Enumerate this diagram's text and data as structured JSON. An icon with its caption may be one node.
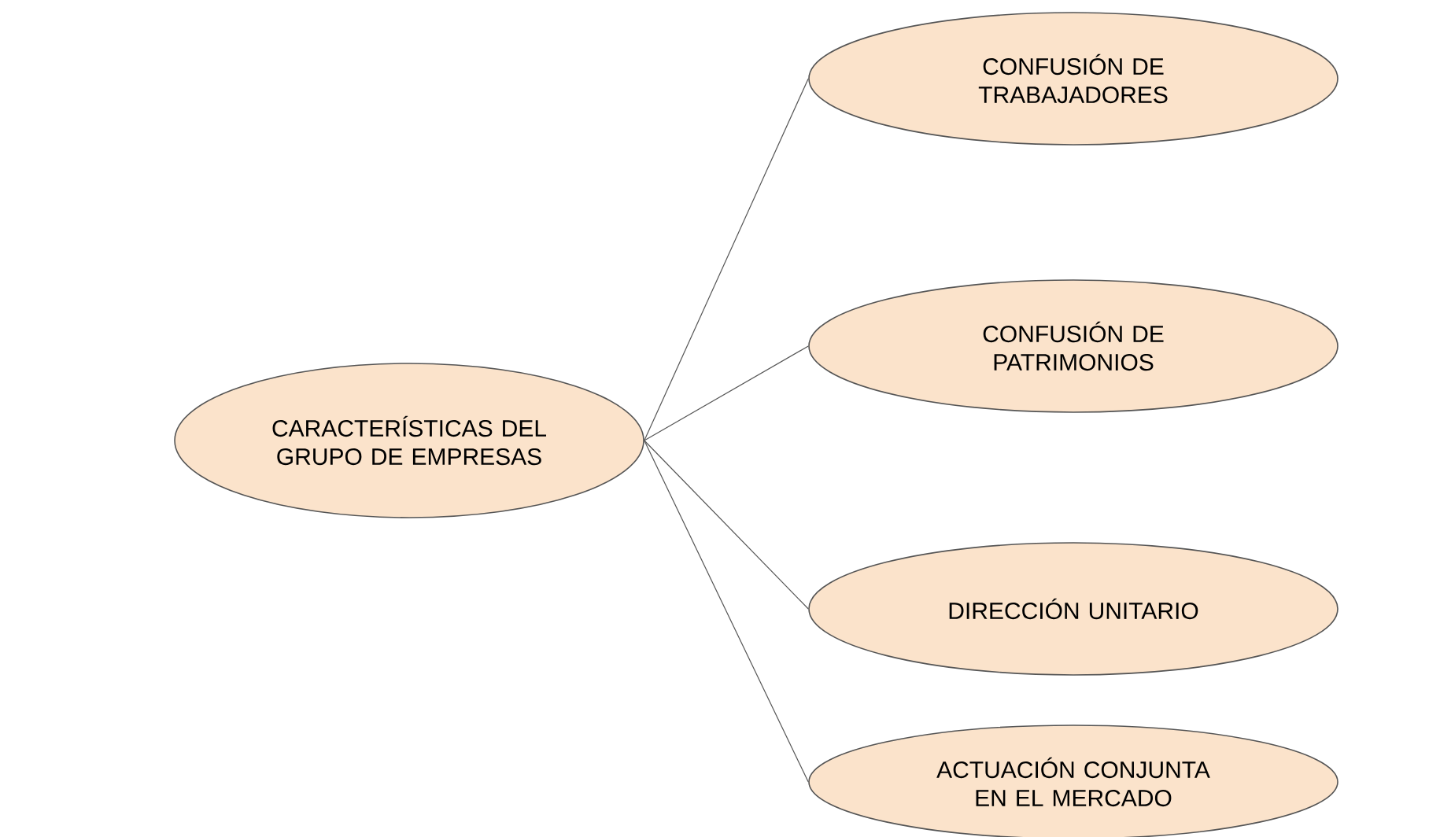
{
  "diagram": {
    "nodes": [
      {
        "text": [
          "CARACTERÍSTICAS DEL GRUPO DE EMPRESAS"
        ]
      },
      {
        "text": [
          "CONFUSIÓN DE TRABAJADORES"
        ]
      },
      {
        "text": [
          "CONFUSIÓN DE PATRIMONIOS"
        ]
      },
      {
        "text": [
          "DIRECCIÓN UNITARIO"
        ]
      },
      {
        "text": [
          "ACTUACIÓN CONJUNTA EN EL MERCADO"
        ]
      }
    ],
    "edges": [
      {
        "from": 0,
        "to": 1,
        "arrow": "none"
      },
      {
        "from": 0,
        "to": 2,
        "arrow": "none"
      },
      {
        "from": 0,
        "to": 3,
        "arrow": "none"
      },
      {
        "from": 0,
        "to": 4,
        "arrow": "none"
      }
    ]
  }
}
